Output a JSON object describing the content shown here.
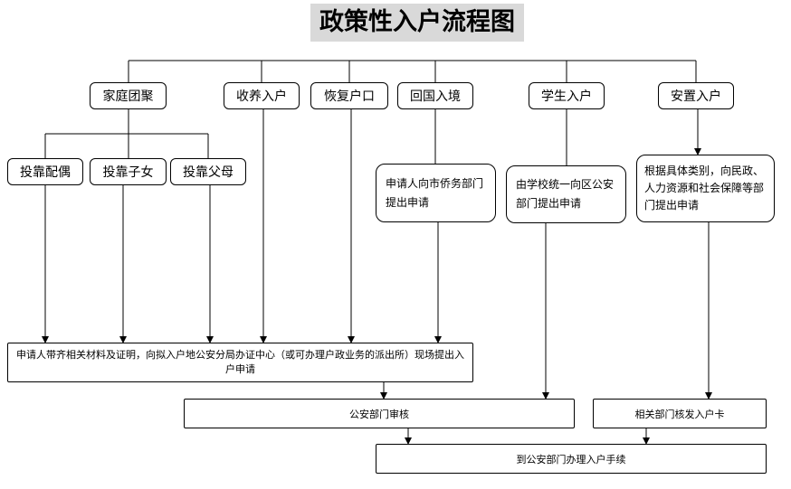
{
  "title": "政策性入户流程图",
  "categories": [
    {
      "label": "家庭团聚"
    },
    {
      "label": "收养入户"
    },
    {
      "label": "恢复户口"
    },
    {
      "label": "回国入境"
    },
    {
      "label": "学生入户"
    },
    {
      "label": "安置入户"
    }
  ],
  "family_sub": [
    {
      "label": "投靠配偶"
    },
    {
      "label": "投靠子女"
    },
    {
      "label": "投靠父母"
    }
  ],
  "descriptions": {
    "return_home": "申请人向市侨务部门提出申请",
    "student": "由学校统一向区公安部门提出申请",
    "resettle": "根据具体类别，向民政、人力资源和社会保障等部门提出申请"
  },
  "steps": {
    "apply": "申请人带齐相关材料及证明，向拟入户地公安分局办证中心（或可办理户政业务的派出所）现场提出入户申请",
    "review": "公安部门审核",
    "issue_card": "相关部门核发入户卡",
    "final": "到公安部门办理入户手续"
  }
}
